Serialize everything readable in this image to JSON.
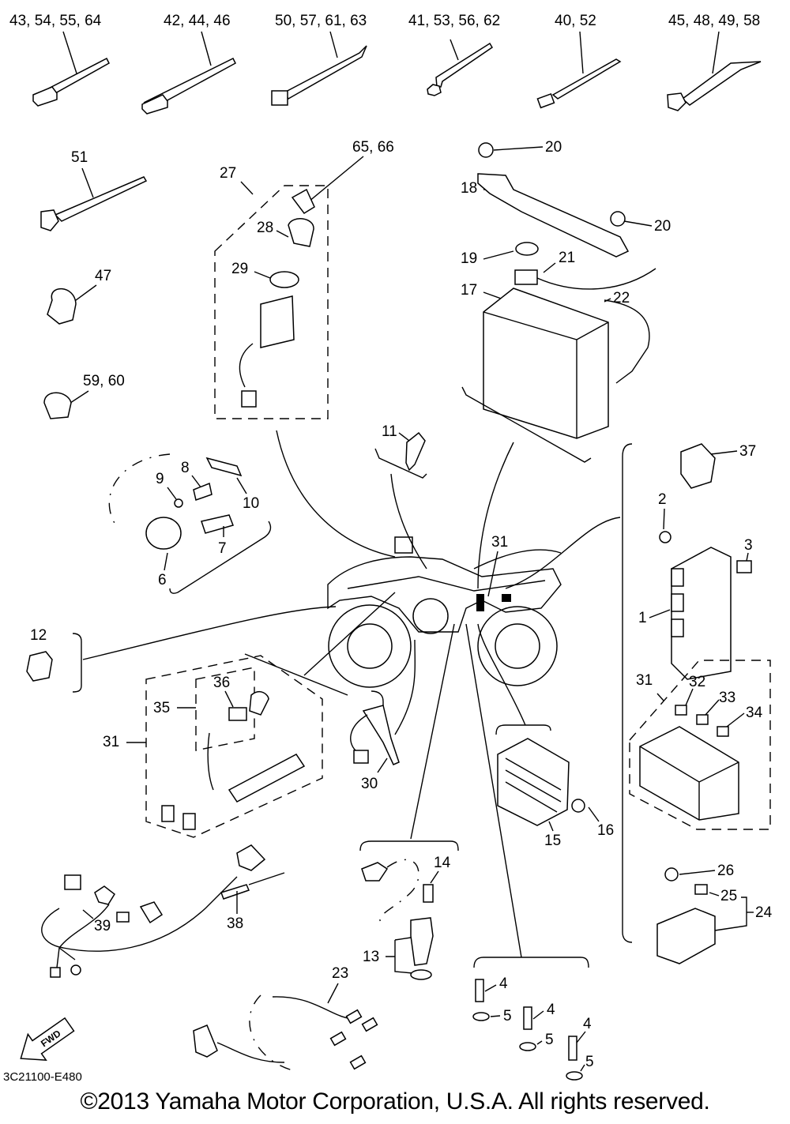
{
  "diagram": {
    "title": "Electrical 2",
    "drawing_code": "3C21100-E480",
    "copyright": "©2013 Yamaha Motor Corporation, U.S.A. All rights reserved.",
    "fwd_label": "FWD",
    "callouts": {
      "c43": "43, 54, 55, 64",
      "c42": "42, 44, 46",
      "c50": "50, 57, 61, 63",
      "c41": "41, 53, 56, 62",
      "c40": "40, 52",
      "c45": "45, 48, 49, 58",
      "c51": "51",
      "c47": "47",
      "c59": "59, 60",
      "c65": "65, 66",
      "c27": "27",
      "c28": "28",
      "c29": "29",
      "c20a": "20",
      "c20b": "20",
      "c18": "18",
      "c19": "19",
      "c21": "21",
      "c17": "17",
      "c22": "22",
      "c11": "11",
      "c8": "8",
      "c9": "9",
      "c10": "10",
      "c7": "7",
      "c6": "6",
      "c31top": "31",
      "c37": "37",
      "c2": "2",
      "c3": "3",
      "c1": "1",
      "c12": "12",
      "c36": "36",
      "c35": "35",
      "c31left": "31",
      "c30": "30",
      "c15": "15",
      "c16": "16",
      "c31right": "31",
      "c32": "32",
      "c33": "33",
      "c34": "34",
      "c26": "26",
      "c25": "25",
      "c24": "24",
      "c14": "14",
      "c13": "13",
      "c38": "38",
      "c39": "39",
      "c23": "23",
      "c4a": "4",
      "c5a": "5",
      "c4b": "4",
      "c5b": "5",
      "c4c": "4",
      "c5c": "5"
    }
  }
}
